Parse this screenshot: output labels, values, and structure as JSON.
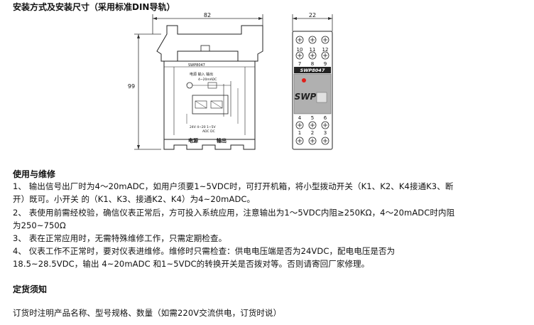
{
  "page_title": "安装方式及安装尺寸（采用标准DIN导轨）",
  "diagram_left": {
    "width_dim": "82",
    "height_dim": "99",
    "model_label": "SWP8047",
    "inner_text_1": "电源 输入 输出",
    "inner_text_2": "4~20mADC",
    "bottom_text_1": "24V 4~20 1~5V",
    "bottom_text_2": "ADC DC",
    "bottom_label_left": "电源",
    "bottom_label_right": "输出"
  },
  "diagram_right": {
    "width_dim": "22",
    "top_terminals": [
      "10",
      "11",
      "12",
      "7",
      "8",
      "9"
    ],
    "model_label": "SWP8047",
    "brand_logo": "SWP",
    "bottom_terminals": [
      "4",
      "5",
      "6",
      "1",
      "2",
      "3"
    ]
  },
  "usage": {
    "heading": "使用与维修",
    "lines": [
      "1、  输出信号出厂时为4～20mADC，如用户须要1~5VDC时，可打开机箱，将小型拨动开关（K1、K2、K4接通K3、断",
      "开）既可。小开关     的（K1、K3、接通K2、K4）为4~20mADC。",
      "2、  表使用前需经校验，确信仪表正常后，方可投入系统应用，注意输出为1～5VDC内阻≥250KΩ，4～20mADC时内阻",
      "为250~750Ω",
      "3、  表在正常应用时，无需特殊维修工作，只需定期检查。",
      "4、  仪表工作不正常时，要对仪表进维修。维修时只需检查：供电电压端是否为24VDC，配电电压是否为",
      "18.5~28.5VDC，输出     4~20mADC 和1~5VDC的转换开关是否拨对等。否则请寄回厂家修理。"
    ]
  },
  "ordering": {
    "heading": "定货须知",
    "text": "订货时注明产品名称、型号规格、数量（如需220V交流供电，订货时说）"
  }
}
